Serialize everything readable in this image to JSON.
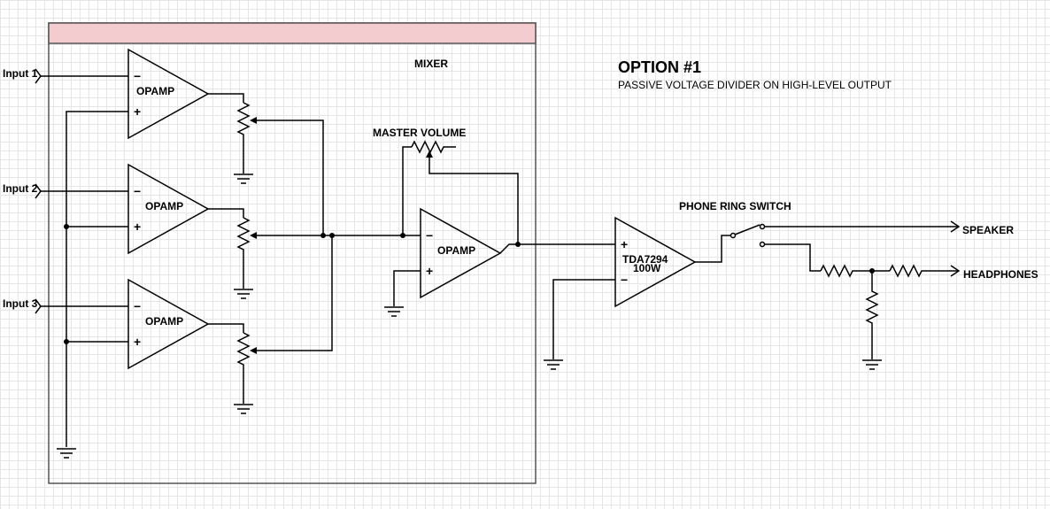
{
  "diagram": {
    "title": "OPTION #1",
    "subtitle": "PASSIVE VOLTAGE DIVIDER ON HIGH-LEVEL OUTPUT",
    "mixer_label": "MIXER",
    "master_volume_label": "MASTER VOLUME",
    "switch_label": "PHONE RING SWITCH",
    "inputs": [
      "Input 1",
      "Input 2",
      "Input 3"
    ],
    "opamp_label": "OPAMP",
    "amp_label_line1": "TDA7294",
    "amp_label_line2": "100W",
    "minus": "−",
    "plus": "+",
    "outputs": [
      "SPEAKER",
      "HEADPHONES"
    ],
    "colors": {
      "mixer_header_fill": "#f2cccf",
      "mixer_border": "#555555",
      "grid": "#e6e6e6",
      "wire": "#000000"
    },
    "icons": [
      "ground-icon",
      "potentiometer-icon",
      "resistor-icon",
      "arrow-icon",
      "switch-icon"
    ]
  }
}
